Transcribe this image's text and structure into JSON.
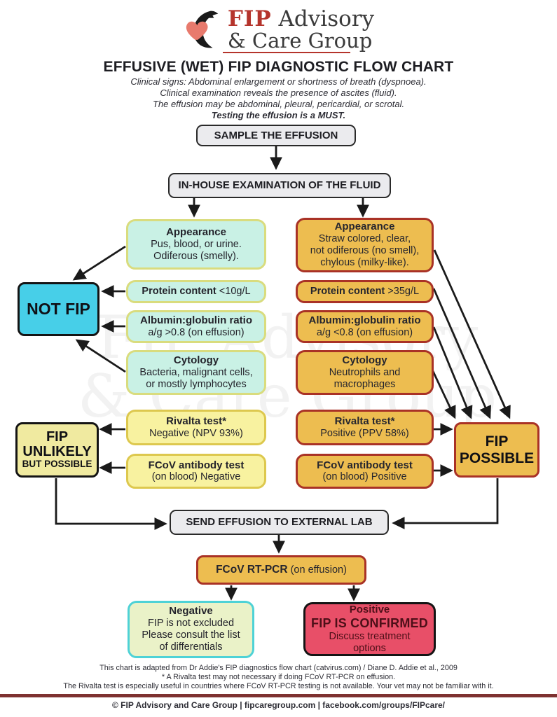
{
  "logo": {
    "fip": "FIP",
    "advisory": "Advisory",
    "care": "& Care Group"
  },
  "header": {
    "title": "EFFUSIVE (WET) FIP DIAGNOSTIC FLOW CHART",
    "line1": "Clinical signs: Abdominal enlargement or shortness of breath (dyspnoea).",
    "line2": "Clinical examination reveals the presence of ascites (fluid).",
    "line3": "The effusion may be abdominal, pleural, pericardial, or scrotal.",
    "line4": "Testing the effusion is a MUST."
  },
  "nodes": {
    "sample": "SAMPLE THE EFFUSION",
    "inhouse": "IN-HOUSE EXAMINATION OF THE FLUID",
    "left": {
      "appearance_title": "Appearance",
      "appearance_body": "Pus,  blood, or urine.\nOdiferous (smelly).",
      "protein_label": "Protein content",
      "protein_value": "<10g/L",
      "albumin_title": "Albumin:globulin ratio",
      "albumin_body": "a/g >0.8 (on effusion)",
      "cytology_title": "Cytology",
      "cytology_body": "Bacteria, malignant cells,\nor mostly lymphocytes",
      "rivalta_title": "Rivalta test*",
      "rivalta_body": "Negative (NPV 93%)",
      "fcov_title": "FCoV antibody test",
      "fcov_body": "(on blood) Negative"
    },
    "right": {
      "appearance_title": "Appearance",
      "appearance_body": "Straw colored, clear,\nnot odiferous (no smell),\nchylous (milky-like).",
      "protein_label": "Protein content",
      "protein_value": ">35g/L",
      "albumin_title": "Albumin:globulin ratio",
      "albumin_body": "a/g <0.8 (on effusion)",
      "cytology_title": "Cytology",
      "cytology_body": "Neutrophils and\nmacrophages",
      "rivalta_title": "Rivalta test*",
      "rivalta_body": "Positive (PPV 58%)",
      "fcov_title": "FCoV antibody test",
      "fcov_body": "(on blood) Positive"
    },
    "notfip": "NOT FIP",
    "unlikely_line1": "FIP",
    "unlikely_line2": "UNLIKELY",
    "unlikely_line3": "BUT POSSIBLE",
    "possible_line1": "FIP",
    "possible_line2": "POSSIBLE",
    "send": "SEND EFFUSION TO EXTERNAL LAB",
    "rtpcr_label": "FCoV RT-PCR",
    "rtpcr_value": "(on effusion)",
    "negative": {
      "title": "Negative",
      "body": "FIP is not excluded\nPlease consult the list\nof differentials"
    },
    "positive": {
      "title": "Positive",
      "headline": "FIP IS CONFIRMED",
      "body": "Discuss treatment\noptions"
    }
  },
  "watermark": {
    "line1": "FIP Advisory",
    "line2": "& Care Group"
  },
  "footnotes": {
    "line1": "This chart is adapted from Dr Addie's FIP diagnostics flow chart (catvirus.com) / Diane D. Addie et al., 2009",
    "line2": "* A Rivalta test may not necessary if doing FCoV RT-PCR on effusion.",
    "line3": "The Rivalta test is especially useful in countries where FCoV RT-PCR testing is not available. Your vet may not be familiar with it."
  },
  "footer": "© FIP Advisory and Care Group   |   fipcaregroup.com   |   facebook.com/groups/FIPcare/",
  "colors": {
    "brand_red": "#b5342c",
    "heart_salmon": "#e87a6d",
    "mint_box_bg": "#c9f1e5",
    "mint_box_border": "#d9dc7e",
    "yellow_box_bg": "#f8f2a0",
    "yellow_box_border": "#ddc84e",
    "amber_box_bg": "#edbd50",
    "amber_box_border": "#a93226",
    "not_fip_cyan": "#47cfe8",
    "positive_red": "#e84f68",
    "gray_box_bg": "#ebebee",
    "footer_bar": "#7e3130"
  }
}
